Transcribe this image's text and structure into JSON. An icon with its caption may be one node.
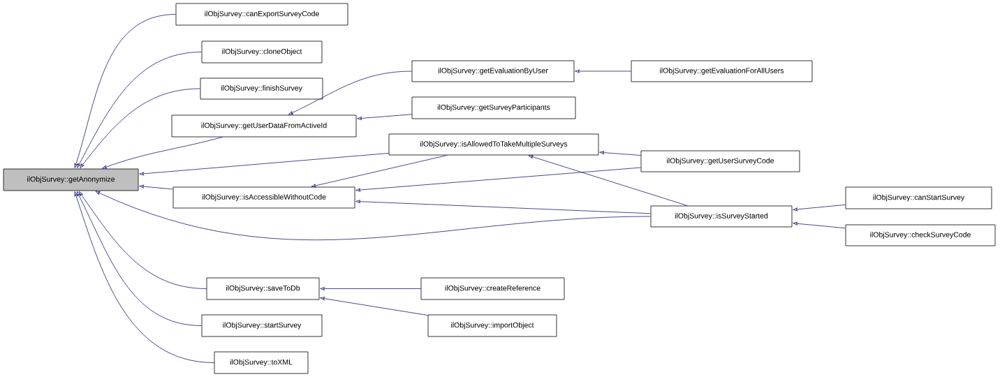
{
  "diagram": {
    "nodes": [
      {
        "text": [
          "ilObjSurvey::getAnonymize"
        ]
      },
      {
        "text": [
          "ilObjSurvey::canExportSurveyCode"
        ]
      },
      {
        "text": [
          "ilObjSurvey::cloneObject"
        ]
      },
      {
        "text": [
          "ilObjSurvey::finishSurvey"
        ]
      },
      {
        "text": [
          "ilObjSurvey::getUserDataFromActiveId"
        ]
      },
      {
        "text": [
          "ilObjSurvey::getEvaluationByUser"
        ]
      },
      {
        "text": [
          "ilObjSurvey::getEvaluationForAllUsers"
        ]
      },
      {
        "text": [
          "ilObjSurvey::getSurveyParticipants"
        ]
      },
      {
        "text": [
          "ilObjSurvey::isAllowedToTakeMultipleSurveys"
        ]
      },
      {
        "text": [
          "ilObjSurvey::getUserSurveyCode"
        ]
      },
      {
        "text": [
          "ilObjSurvey::isAccessibleWithoutCode"
        ]
      },
      {
        "text": [
          "ilObjSurvey::isSurveyStarted"
        ]
      },
      {
        "text": [
          "ilObjSurvey::canStartSurvey"
        ]
      },
      {
        "text": [
          "ilObjSurvey::checkSurveyCode"
        ]
      },
      {
        "text": [
          "ilObjSurvey::saveToDb"
        ]
      },
      {
        "text": [
          "ilObjSurvey::createReference"
        ]
      },
      {
        "text": [
          "ilObjSurvey::startSurvey"
        ]
      },
      {
        "text": [
          "ilObjSurvey::importObject"
        ]
      },
      {
        "text": [
          "ilObjSurvey::toXML"
        ]
      }
    ],
    "edges": [
      {
        "from": 1,
        "to": 0,
        "arrow": "to"
      },
      {
        "from": 2,
        "to": 0,
        "arrow": "to"
      },
      {
        "from": 3,
        "to": 0,
        "arrow": "to"
      },
      {
        "from": 4,
        "to": 0,
        "arrow": "to"
      },
      {
        "from": 8,
        "to": 0,
        "arrow": "to"
      },
      {
        "from": 10,
        "to": 0,
        "arrow": "to"
      },
      {
        "from": 11,
        "to": 0,
        "arrow": "to"
      },
      {
        "from": 14,
        "to": 0,
        "arrow": "to"
      },
      {
        "from": 16,
        "to": 0,
        "arrow": "to"
      },
      {
        "from": 18,
        "to": 0,
        "arrow": "to"
      },
      {
        "from": 5,
        "to": 4,
        "arrow": "to"
      },
      {
        "from": 7,
        "to": 4,
        "arrow": "to"
      },
      {
        "from": 6,
        "to": 5,
        "arrow": "to"
      },
      {
        "from": 9,
        "to": 8,
        "arrow": "to"
      },
      {
        "from": 11,
        "to": 8,
        "arrow": "to"
      },
      {
        "from": 8,
        "to": 10,
        "arrow": "to"
      },
      {
        "from": 9,
        "to": 10,
        "arrow": "to"
      },
      {
        "from": 11,
        "to": 10,
        "arrow": "to"
      },
      {
        "from": 12,
        "to": 11,
        "arrow": "to"
      },
      {
        "from": 13,
        "to": 11,
        "arrow": "to"
      },
      {
        "from": 15,
        "to": 14,
        "arrow": "to"
      },
      {
        "from": 17,
        "to": 14,
        "arrow": "to"
      }
    ]
  }
}
